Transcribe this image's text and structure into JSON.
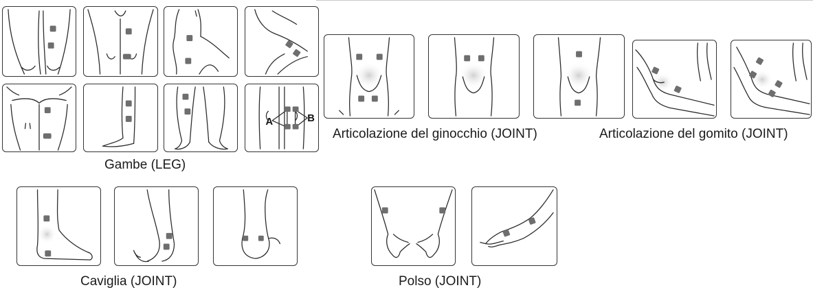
{
  "captions": {
    "leg": "Gambe (LEG)",
    "knee": "Articolazione del ginocchio  (JOINT)",
    "elbow": "Articolazione del gomito (JOINT)",
    "ankle": "Caviglia (JOINT)",
    "wrist": "Polso (JOINT)"
  },
  "labels": {
    "a": "A",
    "b": "B"
  },
  "colors": {
    "pad": "#6e6e6e",
    "outline": "#2a2a2a",
    "border": "#333333",
    "highlight": "#d8d8d8"
  }
}
